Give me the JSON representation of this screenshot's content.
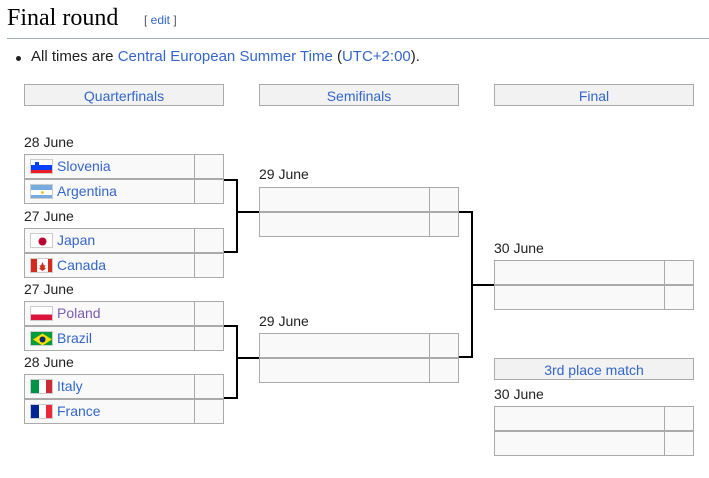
{
  "heading": {
    "title": "Final round",
    "edit_open": "[ ",
    "edit": "edit",
    "edit_close": " ]"
  },
  "note": {
    "prefix": "All times are ",
    "link1": "Central European Summer Time",
    "mid": " (",
    "link2": "UTC+2:00",
    "suffix": ")."
  },
  "rounds": {
    "qf": "Quarterfinals",
    "sf": "Semifinals",
    "final": "Final",
    "third": "3rd place match"
  },
  "dates": {
    "qf1": "28 June",
    "qf2": "27 June",
    "qf3": "27 June",
    "qf4": "28 June",
    "sf1": "29 June",
    "sf2": "29 June",
    "final": "30 June",
    "third": "30 June"
  },
  "teams": {
    "slovenia": "Slovenia",
    "argentina": "Argentina",
    "japan": "Japan",
    "canada": "Canada",
    "poland": "Poland",
    "brazil": "Brazil",
    "italy": "Italy",
    "france": "France"
  },
  "colors": {
    "link": "#3366cc",
    "visited": "#795cb2",
    "header_bg": "#f2f2f2",
    "cell_bg": "#f9f9f9",
    "border": "#aaaaaa"
  }
}
